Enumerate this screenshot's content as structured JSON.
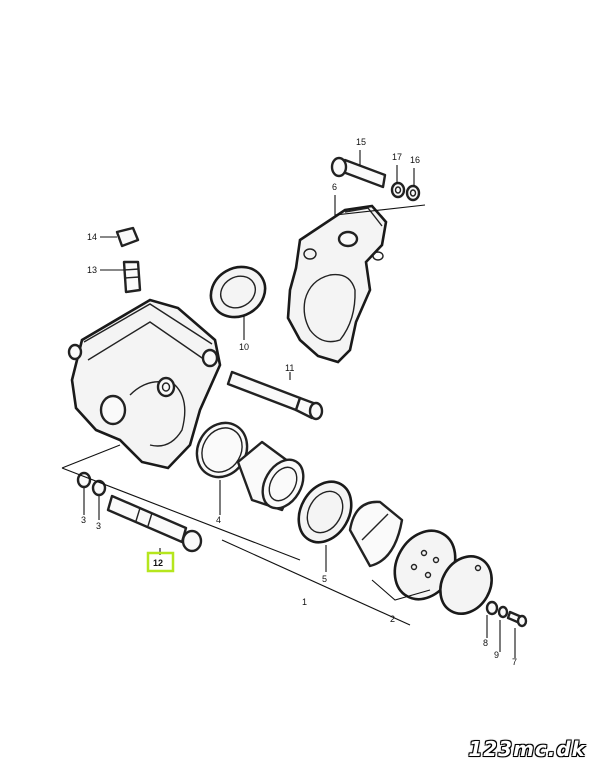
{
  "watermark": "123mc.dk",
  "highlight_color": "#b5e61d",
  "callouts": {
    "c1": "1",
    "c2": "2",
    "c3": "3",
    "c4": "4",
    "c5": "5",
    "c6": "6",
    "c7": "7",
    "c8": "8",
    "c9": "9",
    "c10": "10",
    "c11": "11",
    "c12": "12",
    "c13": "13",
    "c14": "14",
    "c15": "15",
    "c16": "16",
    "c17": "17"
  }
}
